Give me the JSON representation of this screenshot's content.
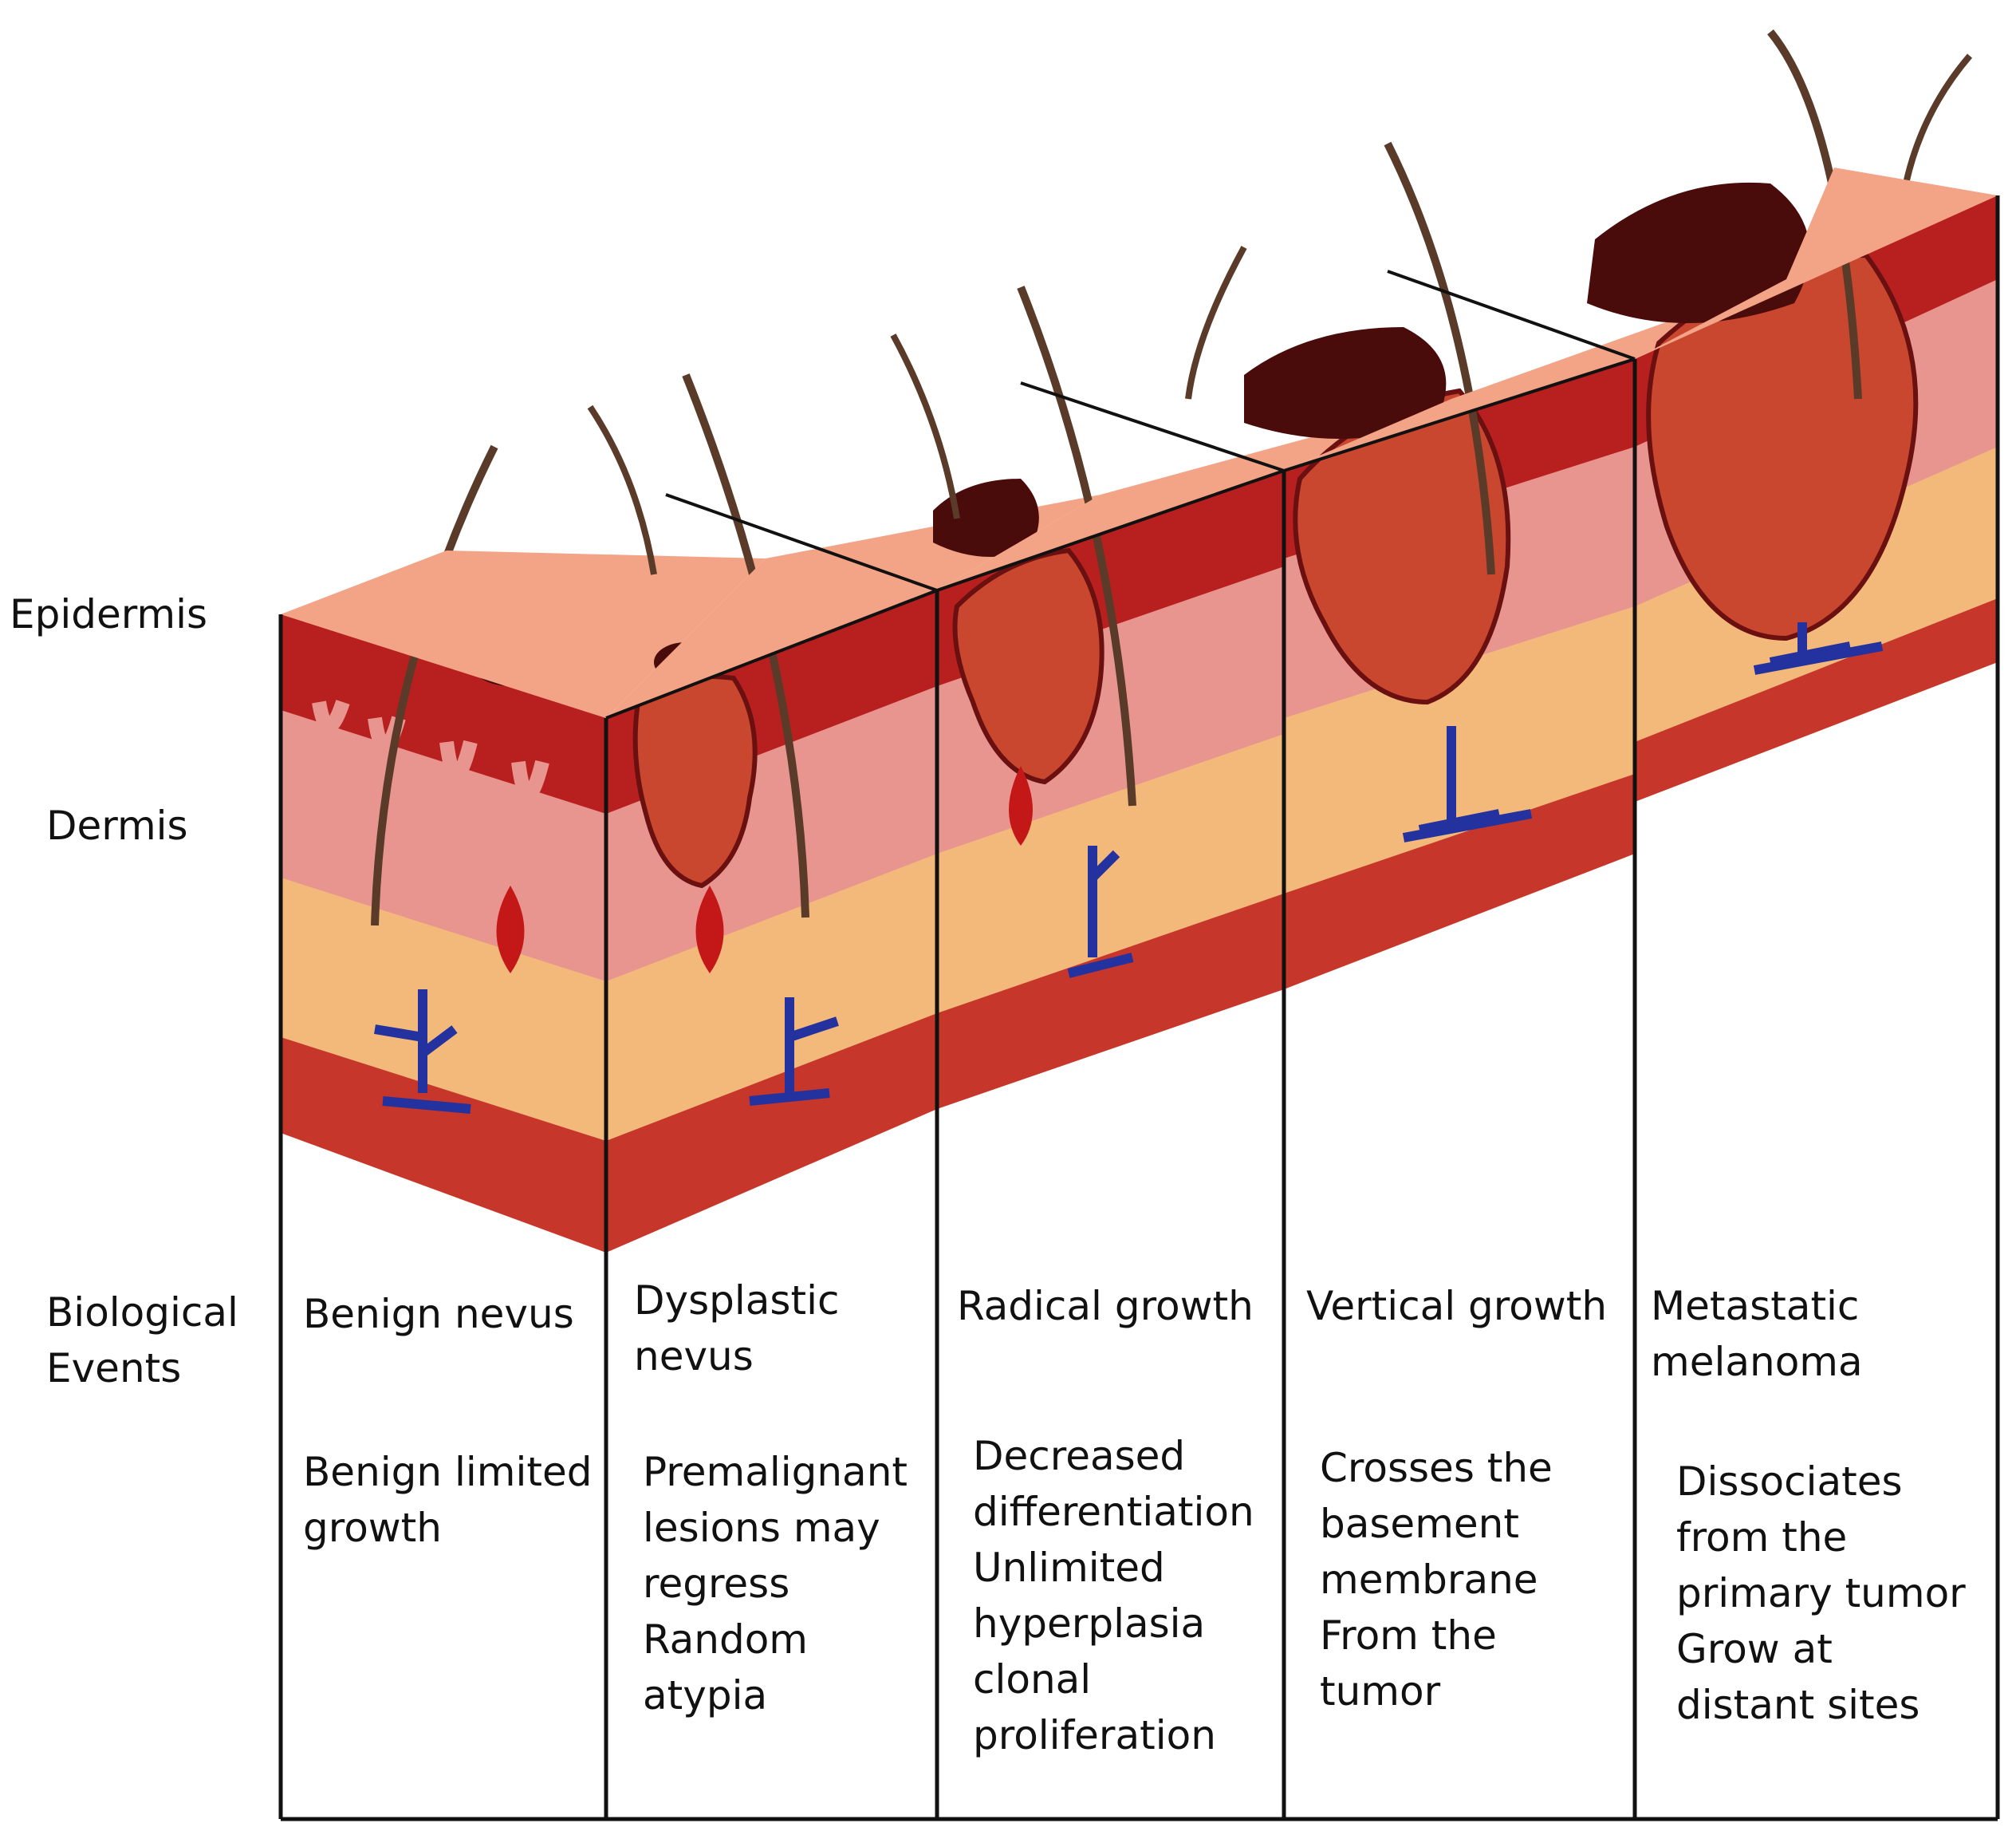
{
  "layer_labels": {
    "epidermis": "Epidermis",
    "dermis": "Dermis",
    "biological_events": "Biological\nEvents"
  },
  "stages": [
    {
      "title": "Benign nevus",
      "description": "Benign limited\ngrowth"
    },
    {
      "title": "Dysplastic\nnevus",
      "description": "Premalignant\nlesions may\nregress\nRandom\natypia"
    },
    {
      "title": "Radical growth",
      "description": "Decreased\ndifferentiation\nUnlimited\nhyperplasia\nclonal\nproliferation"
    },
    {
      "title": "Vertical growth",
      "description": "Crosses the\nbasement\nmembrane\nFrom the\ntumor"
    },
    {
      "title": "Metastatic\nmelanoma",
      "description": "Dissociates\nfrom the\nprimary tumor\nGrow at\ndistant sites"
    }
  ],
  "colors": {
    "surface": "#f3a386",
    "epidermis": "#b81f1f",
    "dermis_pink": "#e8958f",
    "fat": "#f2b97a",
    "subcutis": "#c7362b",
    "tumor": "#c9472e",
    "pigment": "#4a0b0b",
    "vessel": "#23329e",
    "hair": "#5a3a28",
    "outline": "#111111"
  }
}
